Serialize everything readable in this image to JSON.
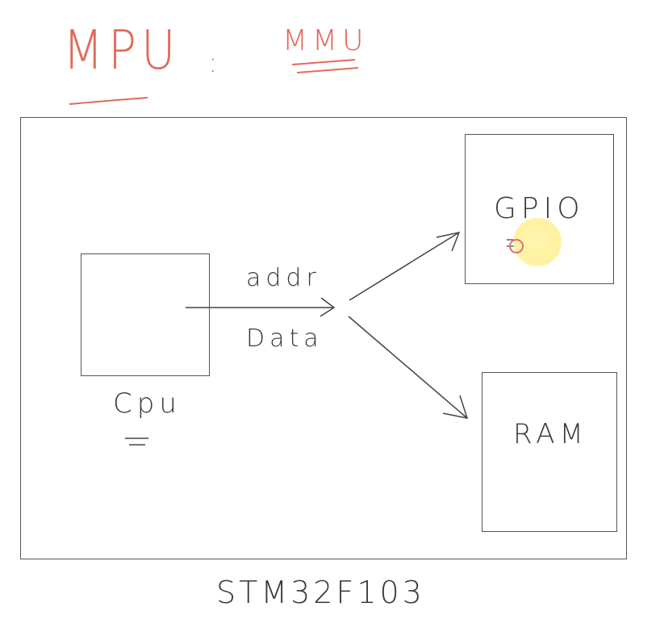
{
  "heading": {
    "left": "MPU",
    "separator": ":",
    "right": "MMU"
  },
  "diagram": {
    "chip_label": "STM32F103",
    "cpu_label": "Cpu",
    "bus_addr": "addr",
    "bus_data": "Data",
    "gpio_label": "GPIO",
    "ram_label": "RAM"
  },
  "colors": {
    "ink": "#3a3a3a",
    "accent_red": "#e06a5a",
    "pointer_yellow": "#fff3a6"
  }
}
